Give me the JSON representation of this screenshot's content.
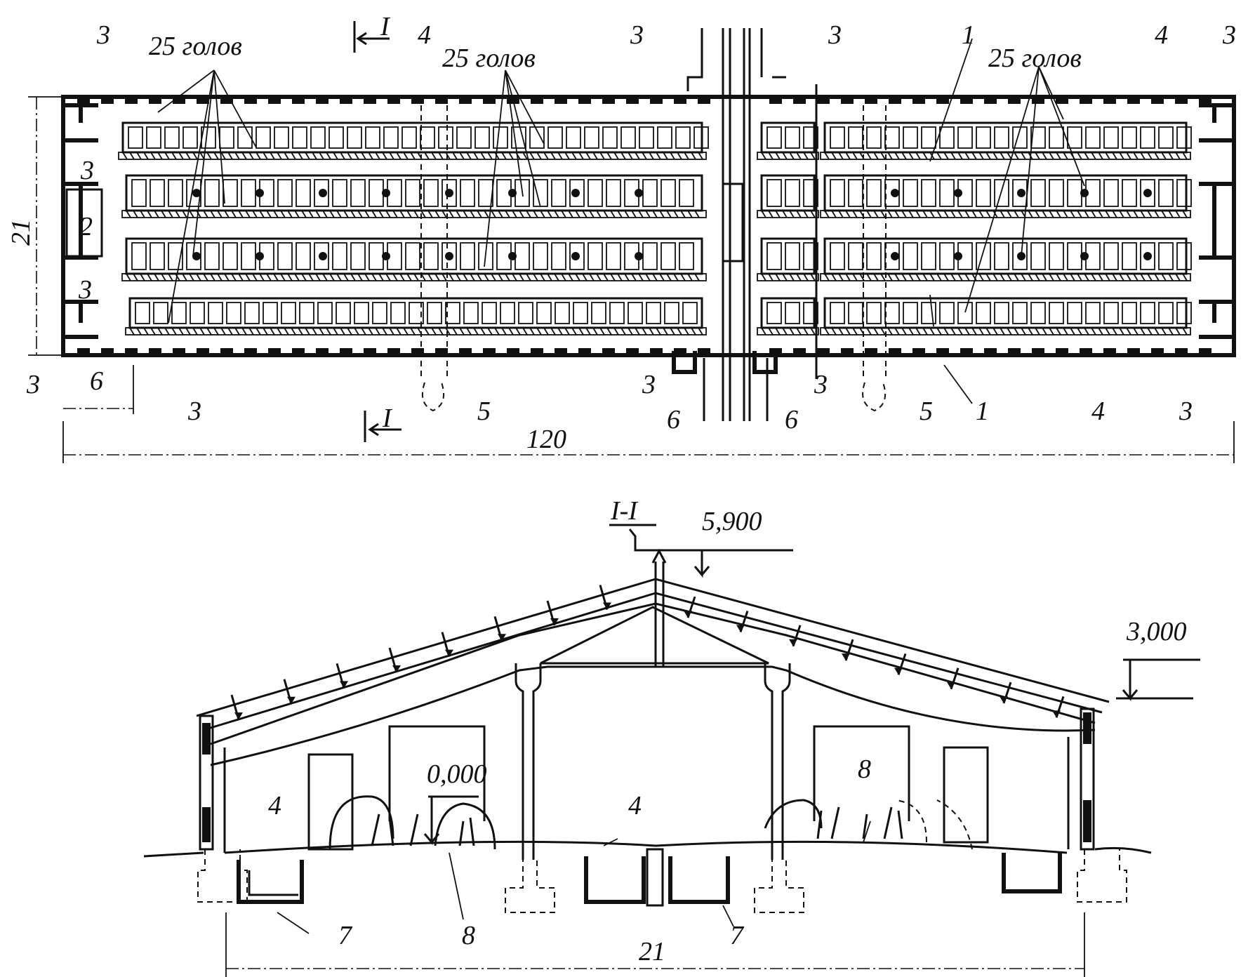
{
  "plan": {
    "section_mark": "I",
    "heads_label": "25 голов",
    "dims": {
      "width": "21",
      "length": "120",
      "bay": "6",
      "end": "3"
    },
    "callouts": [
      "1",
      "2",
      "3",
      "4",
      "5",
      "6"
    ]
  },
  "section": {
    "title": "I-I",
    "levels": {
      "ridge": "5,900",
      "eaves": "3,000",
      "floor": "0,000"
    },
    "span": "21",
    "callouts": [
      "4",
      "7",
      "8"
    ]
  }
}
